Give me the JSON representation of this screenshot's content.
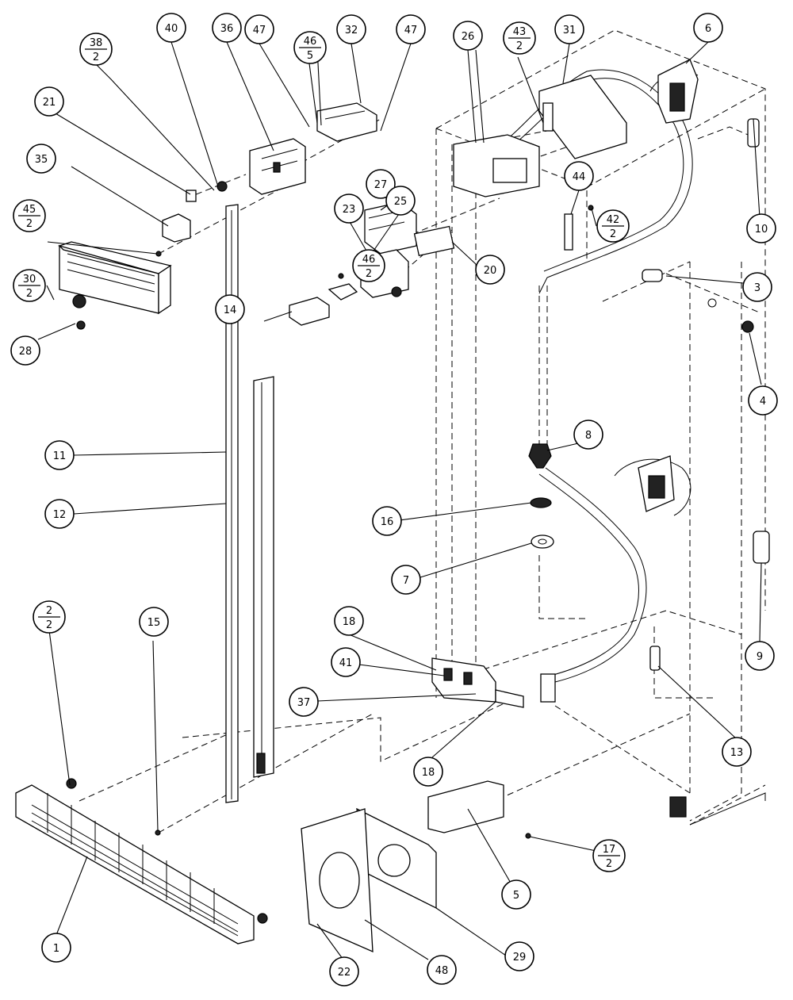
{
  "callouts": [
    {
      "id": "c40",
      "label": "40"
    },
    {
      "id": "c36",
      "label": "36"
    },
    {
      "id": "c47a",
      "label": "47"
    },
    {
      "id": "c32",
      "label": "32"
    },
    {
      "id": "c47b",
      "label": "47"
    },
    {
      "id": "c26",
      "label": "26"
    },
    {
      "id": "c31",
      "label": "31"
    },
    {
      "id": "c6",
      "label": "6"
    },
    {
      "id": "c21",
      "label": "21"
    },
    {
      "id": "c35",
      "label": "35"
    },
    {
      "id": "c27",
      "label": "27"
    },
    {
      "id": "c25",
      "label": "25"
    },
    {
      "id": "c44",
      "label": "44"
    },
    {
      "id": "c10",
      "label": "10"
    },
    {
      "id": "c23",
      "label": "23"
    },
    {
      "id": "c20",
      "label": "20"
    },
    {
      "id": "c3",
      "label": "3"
    },
    {
      "id": "c14",
      "label": "14"
    },
    {
      "id": "c28",
      "label": "28"
    },
    {
      "id": "c4",
      "label": "4"
    },
    {
      "id": "c8",
      "label": "8"
    },
    {
      "id": "c11",
      "label": "11"
    },
    {
      "id": "c12",
      "label": "12"
    },
    {
      "id": "c16",
      "label": "16"
    },
    {
      "id": "c7",
      "label": "7"
    },
    {
      "id": "c15",
      "label": "15"
    },
    {
      "id": "c9",
      "label": "9"
    },
    {
      "id": "c18a",
      "label": "18"
    },
    {
      "id": "c41",
      "label": "41"
    },
    {
      "id": "c37",
      "label": "37"
    },
    {
      "id": "c18b",
      "label": "18"
    },
    {
      "id": "c13",
      "label": "13"
    },
    {
      "id": "c5",
      "label": "5"
    },
    {
      "id": "c1",
      "label": "1"
    },
    {
      "id": "c22",
      "label": "22"
    },
    {
      "id": "c48",
      "label": "48"
    },
    {
      "id": "c29",
      "label": "29"
    }
  ],
  "fraction_callouts": [
    {
      "id": "f38",
      "top": "38",
      "bottom": "2"
    },
    {
      "id": "f46a",
      "top": "46",
      "bottom": "5"
    },
    {
      "id": "f43",
      "top": "43",
      "bottom": "2"
    },
    {
      "id": "f45",
      "top": "45",
      "bottom": "2"
    },
    {
      "id": "f46b",
      "top": "46",
      "bottom": "2"
    },
    {
      "id": "f42",
      "top": "42",
      "bottom": "2"
    },
    {
      "id": "f30",
      "top": "30",
      "bottom": "2"
    },
    {
      "id": "f2",
      "top": "2",
      "bottom": "2"
    },
    {
      "id": "f17",
      "top": "17",
      "bottom": "2"
    }
  ]
}
